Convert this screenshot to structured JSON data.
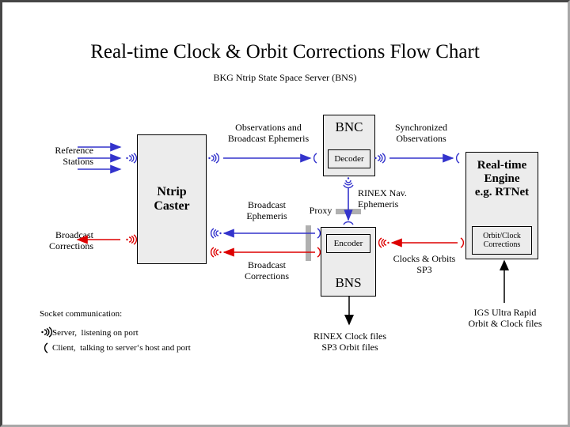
{
  "page": {
    "title": "Real-time Clock & Orbit Corrections Flow Chart",
    "subtitle": "BKG Ntrip State Space Server  (BNS)"
  },
  "colors": {
    "blue": "#3333cc",
    "red": "#dd0000",
    "black": "#000000",
    "box_fill": "#ececec",
    "proxy_gray": "#b0b0b0",
    "frame_dark": "#464646",
    "frame_light": "#a8a8a8"
  },
  "boxes": {
    "ntrip_caster": {
      "line1": "Ntrip",
      "line2": "Caster"
    },
    "bnc": {
      "title": "BNC",
      "sub": "Decoder"
    },
    "bns": {
      "title": "BNS",
      "sub": "Encoder"
    },
    "rt_engine": {
      "line1": "Real-time",
      "line2": "Engine",
      "line3": "e.g. RTNet",
      "sub_line1": "Orbit/Clock",
      "sub_line2": "Corrections"
    }
  },
  "labels": {
    "reference_stations": "Reference\nStations",
    "broadcast_corrections_left": "Broadcast\nCorrections",
    "observations_broadcast_ephemeris": "Observations and\nBroadcast Ephemeris",
    "synchronized_observations": "Synchronized\nObservations",
    "rinex_nav_ephemeris": "RINEX Nav.\nEphemeris",
    "broadcast_ephemeris": "Broadcast\nEphemeris",
    "broadcast_corrections_mid": "Broadcast\nCorrections",
    "proxy": "Proxy",
    "clocks_orbits_sp3": "Clocks & Orbits\nSP3",
    "rinex_clock_sp3_files": "RINEX Clock files\nSP3 Orbit files",
    "igs_ultra_rapid": "IGS Ultra Rapid\nOrbit & Clock files"
  },
  "legend": {
    "heading": "Socket communication:",
    "items": [
      {
        "icon": "server-socket-icon",
        "text": "Server,  listening on port"
      },
      {
        "icon": "client-socket-icon",
        "text": "Client,  talking to server‘s host and port"
      }
    ]
  }
}
